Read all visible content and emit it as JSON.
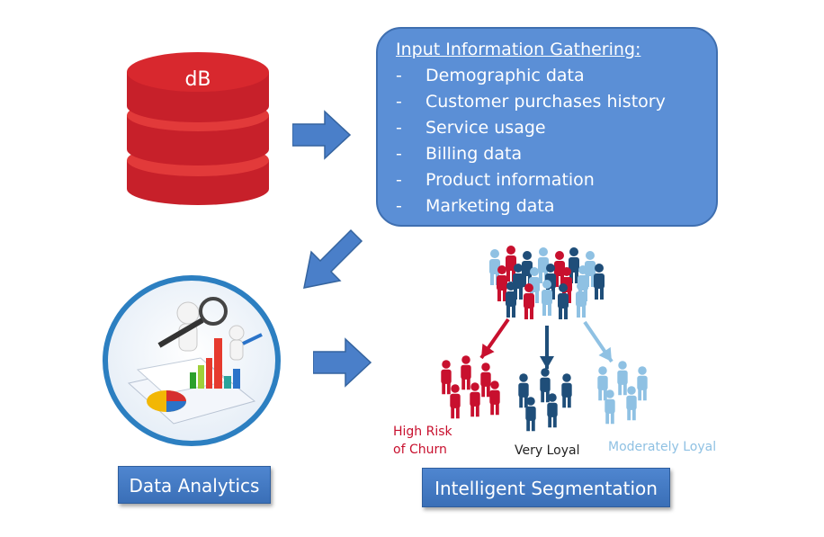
{
  "database": {
    "label": "dB",
    "color": "#d2262b"
  },
  "info_box": {
    "title": "Input Information Gathering:",
    "items": [
      "Demographic data",
      "Customer purchases history",
      "Service usage",
      "Billing data",
      "Product information",
      "Marketing data"
    ],
    "bullet": "-",
    "fill": "#5b8fd6"
  },
  "segments": {
    "high_risk": {
      "line1": "High Risk",
      "line2": "of Churn",
      "color": "#c8102e"
    },
    "very_loyal": {
      "label": "Very Loyal",
      "color": "#1f4e79"
    },
    "moderately_loyal": {
      "label": "Moderately Loyal",
      "color": "#8fc1e3"
    }
  },
  "buttons": {
    "data_analytics": "Data Analytics",
    "intelligent_segmentation": "Intelligent Segmentation"
  },
  "arrow_color": "#4a7fc9"
}
